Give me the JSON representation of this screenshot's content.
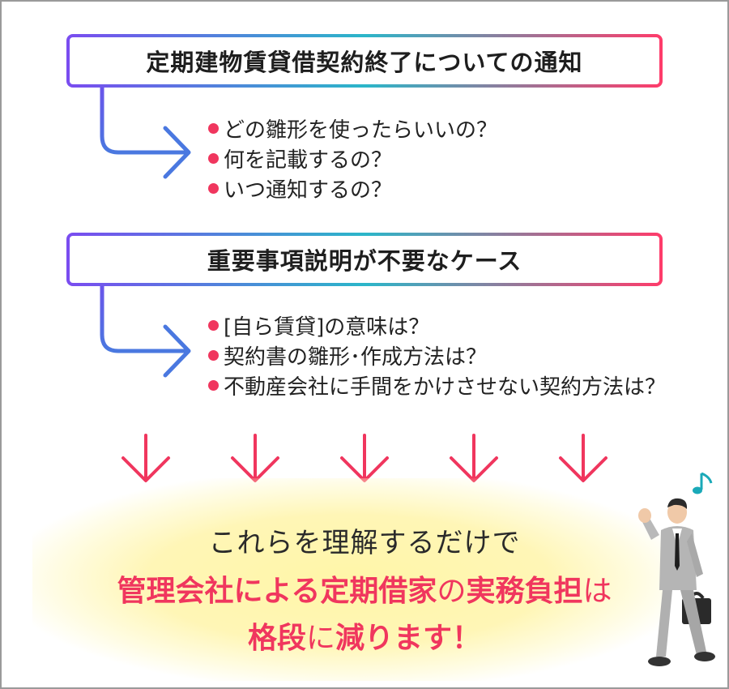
{
  "section1": {
    "title": "定期建物賃貸借契約終了についての通知",
    "bullets": [
      "どの雛形を使ったらいいの？",
      "何を記載するの？",
      "いつ通知するの？"
    ]
  },
  "section2": {
    "title": "重要事項説明が不要なケース",
    "bullets": [
      "[自ら賃貸]の意味は？",
      "契約書の雛形･作成方法は？",
      "不動産会社に手間をかけさせない契約方法は？"
    ]
  },
  "conclusion": {
    "line1": "これらを理解するだけで",
    "line2_part1": "管理会社による定期借家",
    "line2_part2": "の",
    "line2_part3": "実務負担",
    "line2_part4": "は",
    "line3_part1": "格段",
    "line3_part2": "に",
    "line3_part3": "減ります！"
  },
  "colors": {
    "accent": "#f0365e",
    "gradient_start": "#7a4cf0",
    "gradient_mid": "#2bb6c9",
    "gradient_end": "#ff3b6a",
    "connector": "#5a6fe0",
    "highlight": "#fff6a8"
  },
  "icons": [
    "music-note-icon",
    "down-arrow-icon",
    "connector-arrow-icon",
    "businessman-illustration"
  ]
}
